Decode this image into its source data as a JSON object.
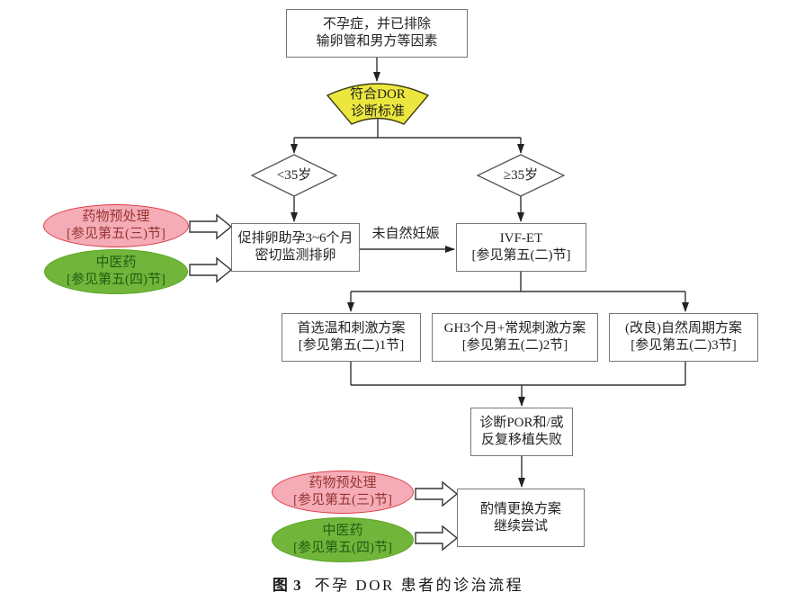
{
  "figure": {
    "type": "flowchart",
    "language": "zh-CN"
  },
  "colors": {
    "criteria_fill": "#ece73e",
    "pink_fill": "#f5acb6",
    "pink_border": "#dd3c44",
    "pink_text": "#963434",
    "green_fill": "#71b63b",
    "green_border": "#58a41f",
    "green_text": "#225c10",
    "line_color": "#333333",
    "box_border": "#777777"
  },
  "nodes": {
    "start": {
      "line1": "不孕症，并已排除",
      "line2": "输卵管和男方等因素"
    },
    "criteria": {
      "line1": "符合DOR",
      "line2": "诊断标准"
    },
    "age_lt35": {
      "label": "<35岁"
    },
    "age_ge35": {
      "label": "≥35岁"
    },
    "ovulation_induction": {
      "line1": "促排卵助孕3~6个月",
      "line2": "密切监测排卵"
    },
    "no_natural_pregnancy": {
      "label": "未自然妊娠"
    },
    "ivf_et": {
      "line1": "IVF-ET",
      "line2": "[参见第五(二)节]"
    },
    "plan_mild": {
      "line1": "首选温和刺激方案",
      "line2": "[参见第五(二)1节]"
    },
    "plan_gh": {
      "line1": "GH3个月+常规刺激方案",
      "line2": "[参见第五(二)2节]"
    },
    "plan_natural": {
      "line1": "(改良)自然周期方案",
      "line2": "[参见第五(二)3节]"
    },
    "por": {
      "line1": "诊断POR和/或",
      "line2": "反复移植失败"
    },
    "switch_plan": {
      "line1": "酌情更换方案",
      "line2": "继续尝试"
    },
    "drug_pretreat_top": {
      "line1": "药物预处理",
      "line2": "[参见第五(三)节]"
    },
    "tcm_top": {
      "line1": "中医药",
      "line2": "[参见第五(四)节]"
    },
    "drug_pretreat_bottom": {
      "line1": "药物预处理",
      "line2": "[参见第五(三)节]"
    },
    "tcm_bottom": {
      "line1": "中医药",
      "line2": "[参见第五(四)节]"
    }
  },
  "caption": {
    "figure_label": "图 3",
    "title": "不孕 DOR 患者的诊治流程"
  }
}
